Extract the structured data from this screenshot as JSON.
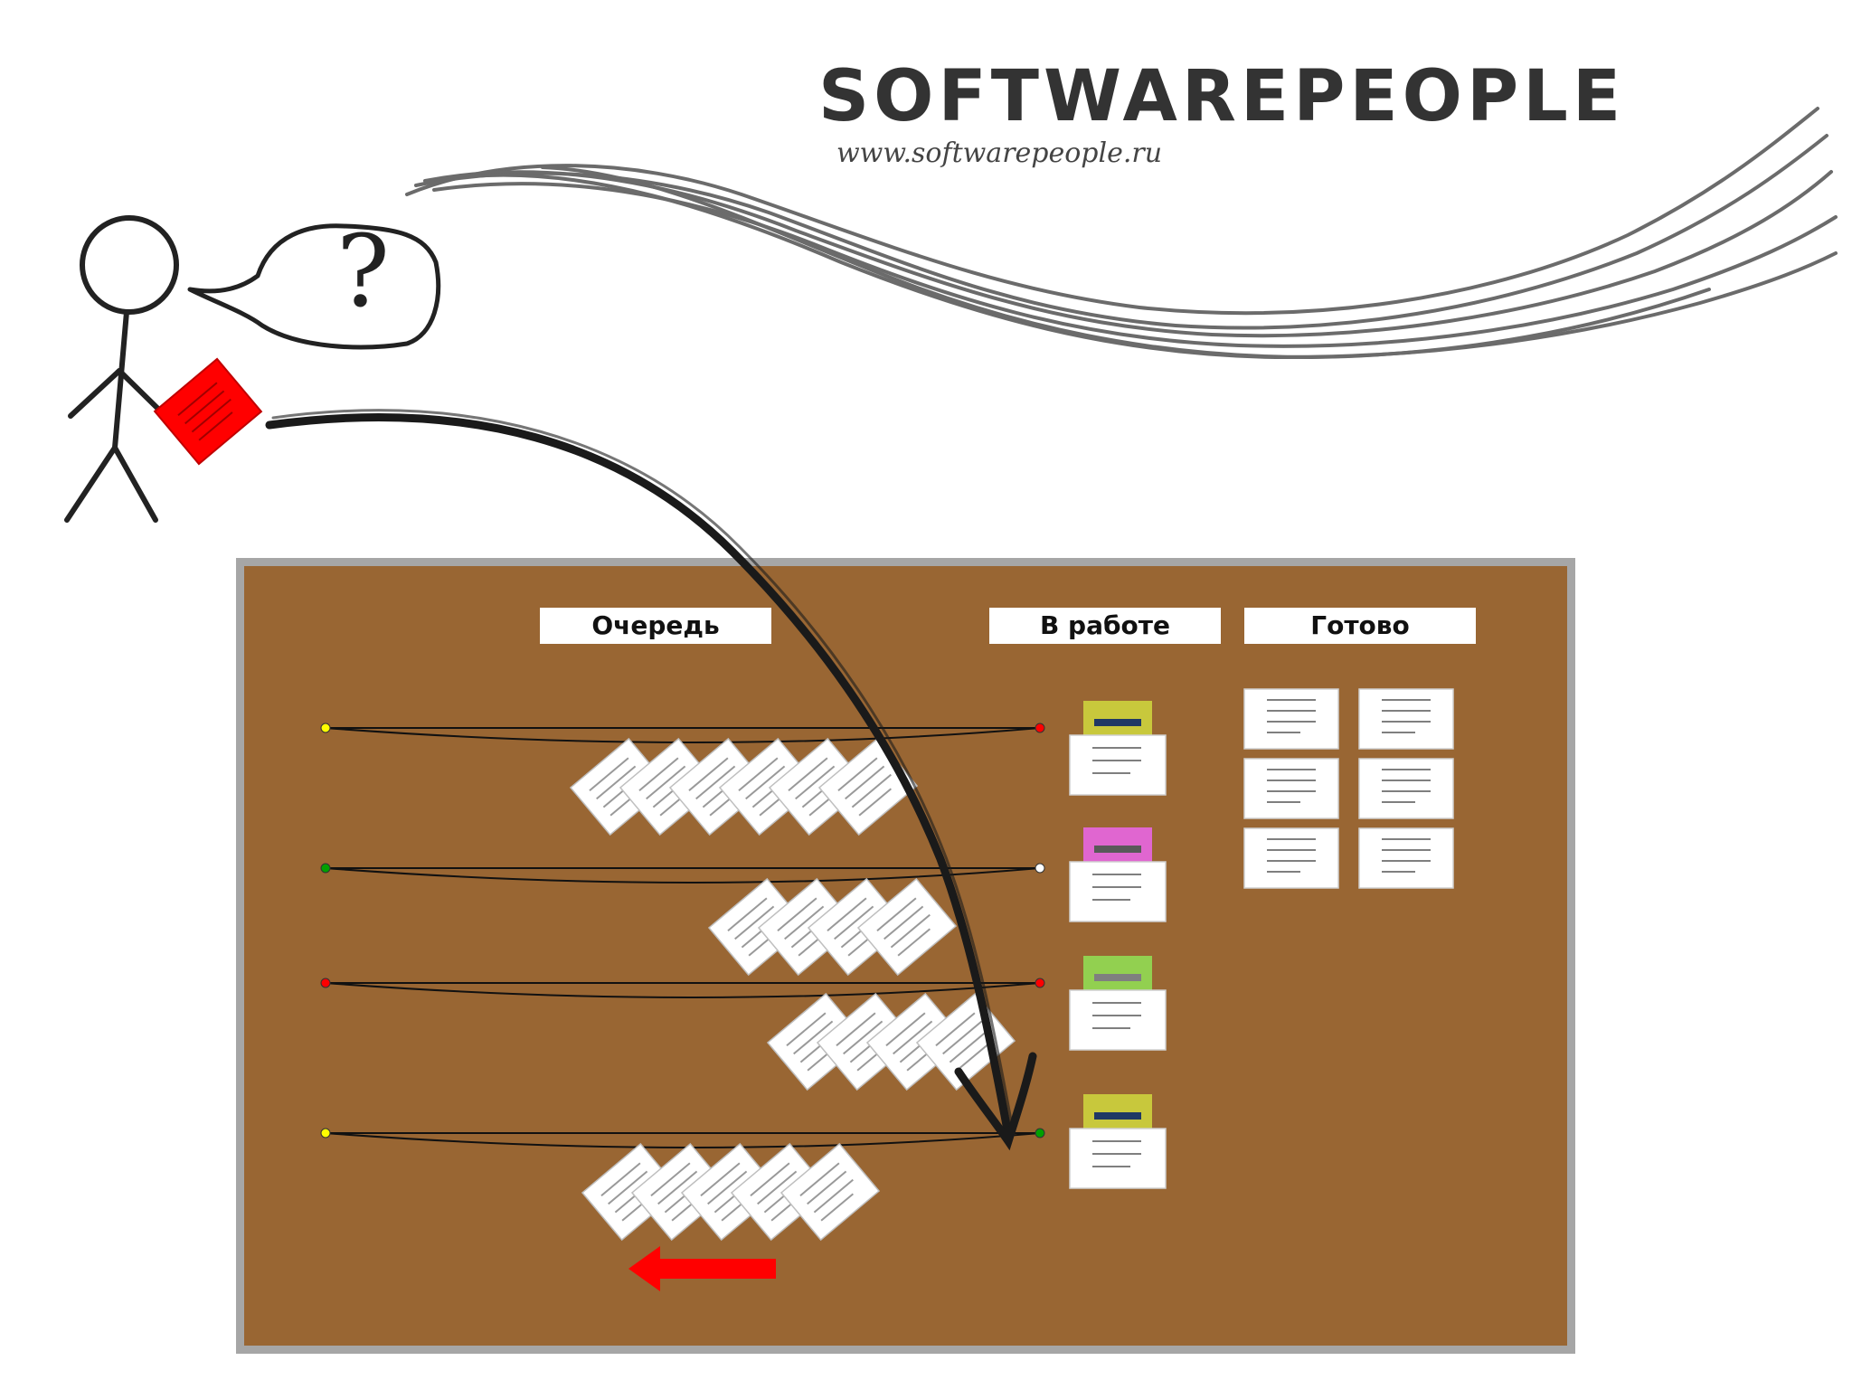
{
  "logo": {
    "title": "SOFTWAREPEOPLE",
    "url": "www.softwarepeople.ru"
  },
  "figure": {
    "speech_symbol": "?",
    "held_card_color": "#ff0000"
  },
  "board": {
    "background_color": "#996633",
    "frame_color": "#a6a6a6",
    "columns": [
      {
        "label": "Очередь"
      },
      {
        "label": "В работе"
      },
      {
        "label": "Готово"
      }
    ],
    "lanes": [
      {
        "queue_cards": 6,
        "left_pin": "#ffff00",
        "right_pin": "#ff0000",
        "wip_tag_color": "#c8c83c",
        "wip_tag_mark": "#1f3864"
      },
      {
        "queue_cards": 4,
        "left_pin": "#00a000",
        "right_pin": "#ffffff",
        "wip_tag_color": "#e066d0",
        "wip_tag_mark": "#595959"
      },
      {
        "queue_cards": 4,
        "left_pin": "#ff0000",
        "right_pin": "#ff0000",
        "wip_tag_color": "#92d050",
        "wip_tag_mark": "#7f7f7f"
      },
      {
        "queue_cards": 5,
        "left_pin": "#ffff00",
        "right_pin": "#00a000",
        "wip_tag_color": "#c8c83c",
        "wip_tag_mark": "#1f3864"
      }
    ],
    "done_cards": 6,
    "priority_arrow_color": "#ff0000"
  }
}
